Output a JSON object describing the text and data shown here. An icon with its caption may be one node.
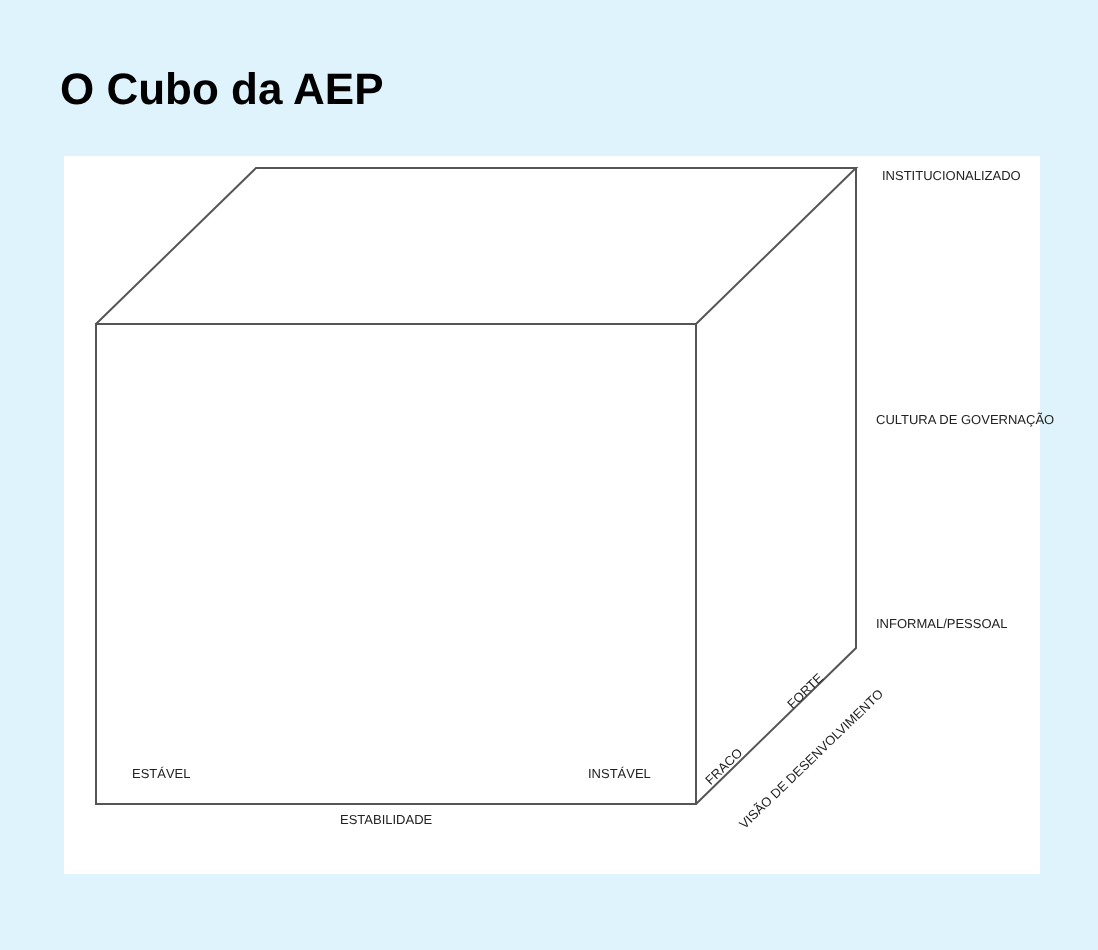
{
  "diagram": {
    "title": "O Cubo da AEP",
    "labels": [
      "INSTITUCIONALIZADO",
      "CULTURA DE GOVERNAÇÃO",
      "INFORMAL/PESSOAL",
      "FORTE",
      "FRACO",
      "VISÃO DE DESENVOLVIMENTO",
      "ESTÁVEL",
      "INSTÁVEL",
      "ESTABILIDADE"
    ]
  }
}
